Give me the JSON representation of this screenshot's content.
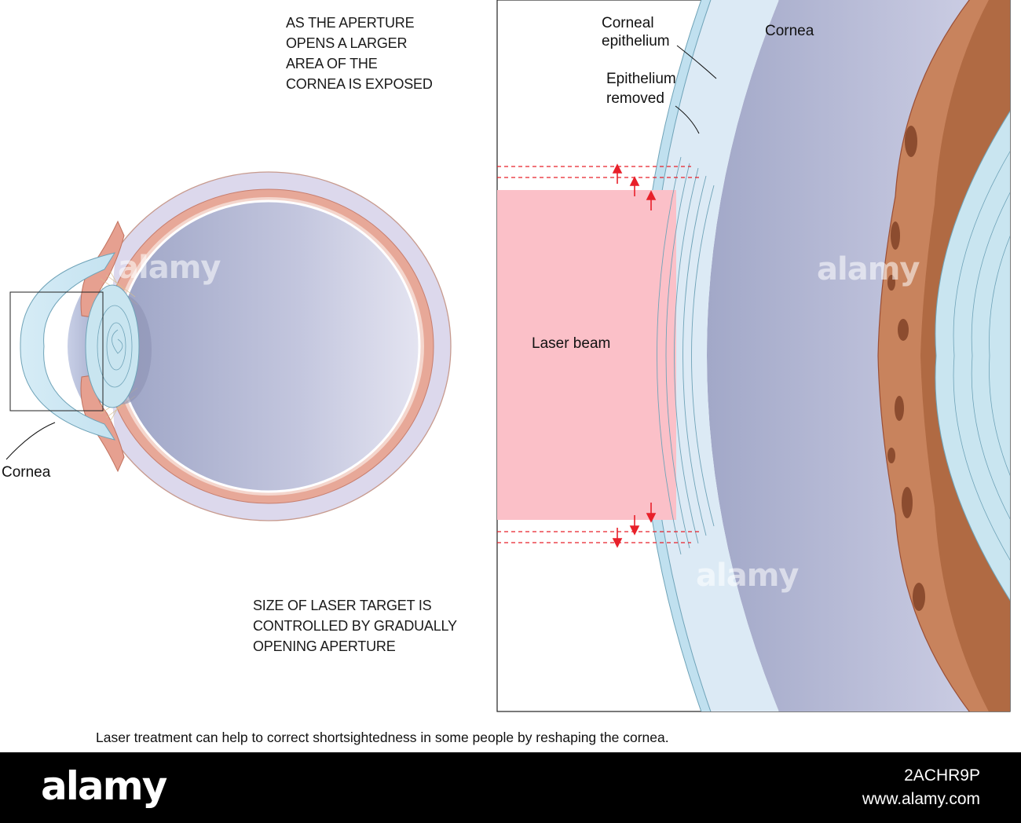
{
  "notes": {
    "aperture": [
      "AS THE APERTURE",
      "OPENS A LARGER",
      "AREA OF THE",
      "CORNEA IS EXPOSED"
    ],
    "target": [
      "SIZE OF LASER TARGET IS",
      "CONTROLLED BY GRADUALLY",
      "OPENING APERTURE"
    ]
  },
  "labels": {
    "eye_cornea": "Cornea",
    "corneal_epithelium": [
      "Corneal",
      "epithelium"
    ],
    "detail_cornea": "Cornea",
    "epithelium_removed": [
      "Epithelium",
      "removed"
    ],
    "laser_beam": "Laser beam"
  },
  "caption": "Laser treatment can help to correct shortsightedness in some people by reshaping the cornea.",
  "footer": {
    "brand": "alamy",
    "image_id": "2ACHR9P",
    "site": "www.alamy.com"
  },
  "watermark": "alamy",
  "colors": {
    "cornea": "#c5e4f0",
    "vitreous": "#a6acca",
    "sclera": "#d9d6ea",
    "choroid": "#e6a597",
    "iris": "#c8835d",
    "laser": "#fbc0c8",
    "arrow": "#e8202a"
  }
}
